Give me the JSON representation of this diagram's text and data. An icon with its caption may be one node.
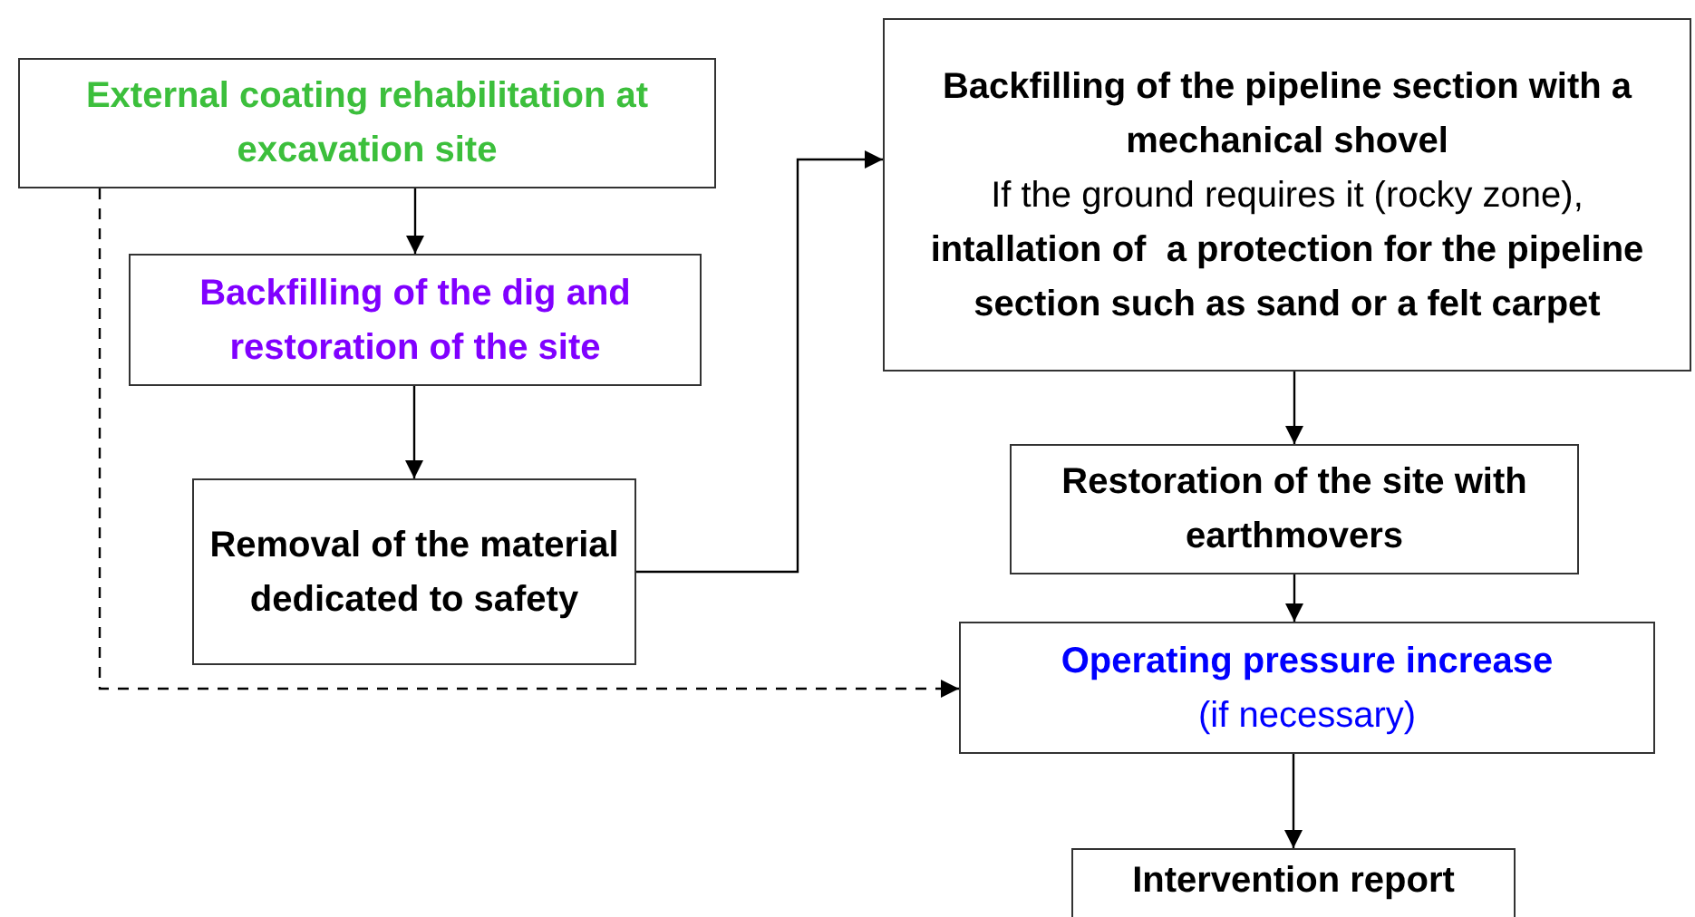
{
  "diagram": {
    "nodes": [
      {
        "text": [
          "External coating rehabilitation at excavation site"
        ]
      },
      {
        "text": [
          "Backfilling of the dig and restoration of the site"
        ]
      },
      {
        "text": [
          "Removal of the material dedicated to safety"
        ]
      },
      {
        "text": [
          "Backfilling of the pipeline section with a mechanical shovel",
          "If the ground requires it (rocky zone),",
          "intallation of  a protection for the pipeline section such as sand or a felt carpet"
        ]
      },
      {
        "text": [
          "Restoration of the site with earthmovers"
        ]
      },
      {
        "text": [
          "Operating pressure increase",
          "(if necessary)"
        ]
      },
      {
        "text": [
          "Intervention report"
        ]
      }
    ],
    "edges": [
      {
        "from": 0,
        "to": 1,
        "arrow": "to"
      },
      {
        "from": 1,
        "to": 2,
        "arrow": "to"
      },
      {
        "from": 2,
        "to": 3,
        "arrow": "to"
      },
      {
        "from": 3,
        "to": 4,
        "arrow": "to"
      },
      {
        "from": 4,
        "to": 5,
        "arrow": "to"
      },
      {
        "from": 5,
        "to": 6,
        "arrow": "to"
      },
      {
        "from": 0,
        "to": 5,
        "arrow": "to",
        "style": "dashed"
      }
    ]
  }
}
